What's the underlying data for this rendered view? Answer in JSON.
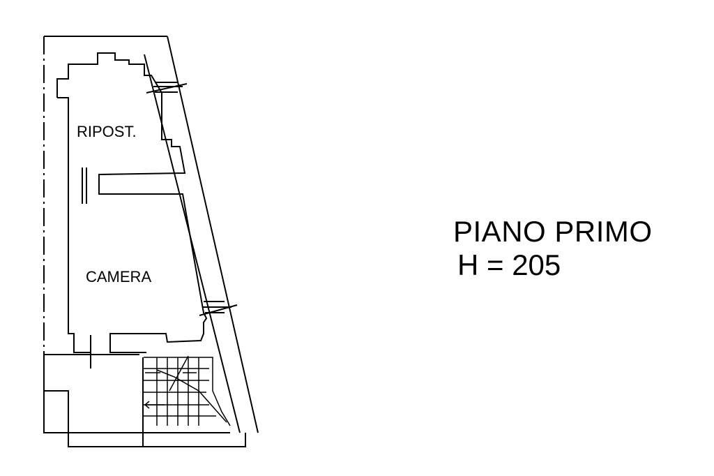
{
  "floor": {
    "title": "PIANO PRIMO",
    "height_label": "H = 205"
  },
  "rooms": {
    "storage": "RIPOST.",
    "bedroom": "CAMERA"
  },
  "colors": {
    "line": "#000000",
    "background": "#ffffff"
  }
}
